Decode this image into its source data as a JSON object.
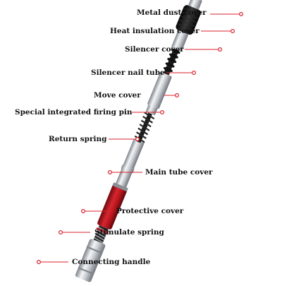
{
  "colors": {
    "leader": "#d9232d",
    "dot": "#d9232d",
    "chrome_dark": "#8a8f96",
    "chrome_light": "#f4f5f7",
    "rubber": "#151515",
    "red_body": "#b3141c",
    "spring": "#2a2a2a"
  },
  "labels": {
    "metal_dust_cover": "Metal dust cover",
    "heat_insulation_cover": "Heat insulation cover",
    "silencer_cover": "Silencer cover",
    "silencer_nail_tube": "Silencer nail tube",
    "move_cover": "Move cover",
    "special_integrated_firing_pin": "Special integrated firing pin",
    "return_spring": "Return spring",
    "main_tube_cover": "Main tube cover",
    "protective_cover": "Protective cover",
    "stimulate_spring": "Stimulate spring",
    "connecting_handle": "Connecting handle"
  }
}
